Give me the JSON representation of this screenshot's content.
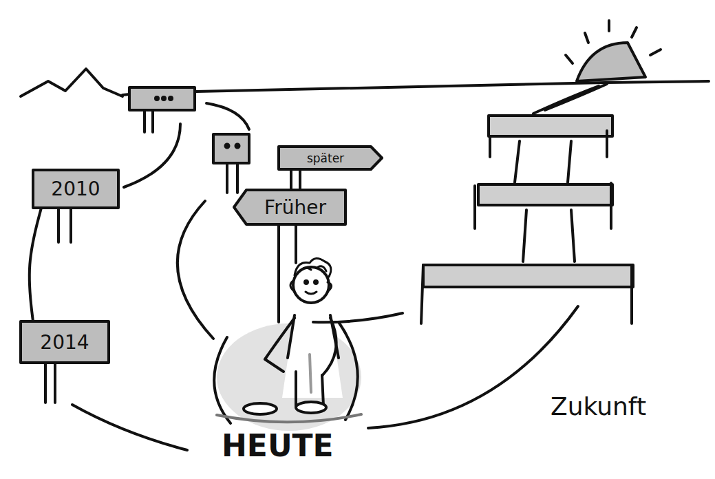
{
  "diagram": {
    "nodes": [
      {
        "text": [
          "2010"
        ]
      },
      {
        "text": [
          "später"
        ]
      },
      {
        "text": [
          "Früher"
        ]
      },
      {
        "text": [
          "2014"
        ]
      }
    ],
    "edges": [
      {
        "from": 3,
        "to": 0,
        "arrow": "none"
      }
    ],
    "labels": [
      "HEUTE",
      "Zukunft"
    ]
  }
}
